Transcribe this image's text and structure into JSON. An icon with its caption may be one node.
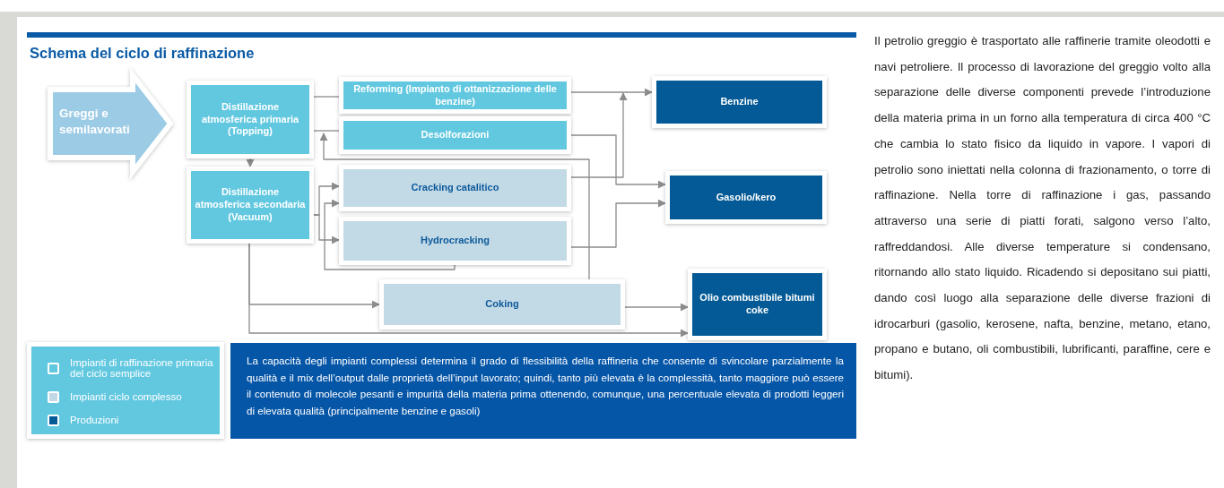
{
  "diagram": {
    "title": "Schema del ciclo di raffinazione",
    "nodes": [
      {
        "text": [
          "Greggi e semilavorati"
        ]
      },
      {
        "text": [
          "Distillazione atmosferica primaria (Topping)"
        ]
      },
      {
        "text": [
          "Distillazione atmosferica secondaria (Vacuum)"
        ]
      },
      {
        "text": [
          "Reforming (Impianto di ottanizzazione delle benzine)"
        ]
      },
      {
        "text": [
          "Desolforazioni"
        ]
      },
      {
        "text": [
          "Cracking catalitico"
        ]
      },
      {
        "text": [
          "Hydrocracking"
        ]
      },
      {
        "text": [
          "Coking"
        ]
      },
      {
        "text": [
          "Benzine"
        ]
      },
      {
        "text": [
          "Gasolio/kero"
        ]
      },
      {
        "text": [
          "Olio combustibile bitumi coke"
        ]
      }
    ],
    "edges": [
      {
        "from": 1,
        "to": 2,
        "arrow": "to"
      },
      {
        "from": 1,
        "to": 3,
        "arrow": "none"
      },
      {
        "from": 1,
        "to": 4,
        "arrow": "none"
      },
      {
        "from": 2,
        "to": 5,
        "arrow": "to"
      },
      {
        "from": 2,
        "to": 6,
        "arrow": "to"
      },
      {
        "from": 6,
        "to": 5,
        "arrow": "to"
      },
      {
        "from": 7,
        "to": 4,
        "arrow": "to"
      },
      {
        "from": 3,
        "to": 8,
        "arrow": "to"
      },
      {
        "from": 5,
        "to": 8,
        "arrow": "to"
      },
      {
        "from": 4,
        "to": 9,
        "arrow": "to"
      },
      {
        "from": 6,
        "to": 9,
        "arrow": "to"
      },
      {
        "from": 2,
        "to": 7,
        "arrow": "to"
      },
      {
        "from": 2,
        "to": 10,
        "arrow": "to"
      },
      {
        "from": 7,
        "to": 10,
        "arrow": "to"
      }
    ],
    "labels": [
      "La capacità degli impianti complessi determina il grado di flessibilità della raffineria che consente di svincolare parzialmente la qualità e il mix dell’output dalle proprietà dell’input lavorato; quindi, tanto più elevata è la complessità, tanto maggiore può essere il contenuto di molecole pesanti e impurità della materia prima ottenendo, comunque, una percentuale elevata di prodotti leggeri di elevata qualità (principalmente benzine e gasoli)",
      "Il petrolio greggio è trasportato alle raffinerie tramite oleodotti e navi petroliere. Il processo di lavorazione del greggio volto alla separazione delle diverse componenti prevede l’introduzione della materia prima in un forno alla temperatura di circa 400 °C che cambia lo stato fisico da liquido in vapore. I vapori di petrolio sono iniettati nella colonna di frazionamento, o torre di raffinazione. Nella torre di raffinazione i gas, passando attraverso una serie di piatti forati, salgono verso l’alto, raffreddandosi. Alle diverse temperature si condensano, ritornando allo stato liquido. Ricadendo si depositano sui piatti, dando così luogo alla separazione delle diverse frazioni di idrocarburi (gasolio, kerosene, nafta, benzine, metano, etano, propano e butano, oli combustibili, lubrificanti, paraffine, cere e bitumi)."
    ],
    "legend": [
      {
        "text": "Impianti di raffinazione primaria del ciclo semplice",
        "color": "#62c8e0"
      },
      {
        "text": "Impianti ciclo complesso",
        "color": "#c2d9e6"
      },
      {
        "text": "Produzioni",
        "color": "#035a96"
      }
    ]
  }
}
